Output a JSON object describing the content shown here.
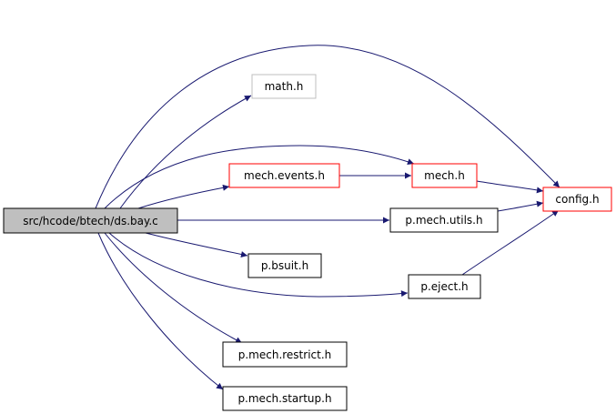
{
  "colors": {
    "edge": "#191970",
    "root_fill": "#bfbfbf",
    "normal_border": "#000000",
    "red_border": "#ff0000",
    "gray_border": "#bfbfbf",
    "node_fill": "#ffffff"
  },
  "nodes": {
    "root": "src/hcode/btech/ds.bay.c",
    "math": "math.h",
    "mech_events": "mech.events.h",
    "mech": "mech.h",
    "config": "config.h",
    "mech_utils": "p.mech.utils.h",
    "bsuit": "p.bsuit.h",
    "eject": "p.eject.h",
    "mech_restrict": "p.mech.restrict.h",
    "mech_startup": "p.mech.startup.h"
  },
  "edges": [
    {
      "from": "root",
      "to": "math"
    },
    {
      "from": "root",
      "to": "config"
    },
    {
      "from": "root",
      "to": "mech"
    },
    {
      "from": "root",
      "to": "mech_events"
    },
    {
      "from": "mech_events",
      "to": "mech"
    },
    {
      "from": "mech",
      "to": "config"
    },
    {
      "from": "root",
      "to": "mech_utils"
    },
    {
      "from": "mech_utils",
      "to": "config"
    },
    {
      "from": "root",
      "to": "bsuit"
    },
    {
      "from": "root",
      "to": "eject"
    },
    {
      "from": "eject",
      "to": "config"
    },
    {
      "from": "root",
      "to": "mech_restrict"
    },
    {
      "from": "root",
      "to": "mech_startup"
    }
  ]
}
